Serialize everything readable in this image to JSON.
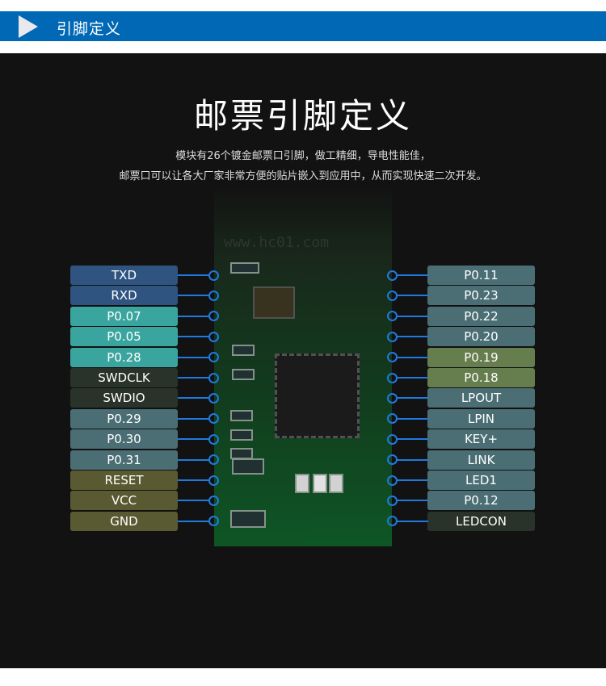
{
  "header": {
    "title": "引脚定义",
    "icon": "play-triangle-icon"
  },
  "main": {
    "title": "邮票引脚定义",
    "description": [
      "模块有26个镀金邮票口引脚，做工精细，导电性能佳，",
      "邮票口可以让各大厂家非常方便的贴片嵌入到应用中，从而实现快速二次开发。"
    ],
    "pcb_silkscreen": "www.hc01.com"
  },
  "pins": {
    "left": [
      {
        "label": "TXD",
        "color": "#2f5480"
      },
      {
        "label": "RXD",
        "color": "#2f5480"
      },
      {
        "label": "P0.07",
        "color": "#3aa59e"
      },
      {
        "label": "P0.05",
        "color": "#3aa59e"
      },
      {
        "label": "P0.28",
        "color": "#3aa59e"
      },
      {
        "label": "SWDCLK",
        "color": "#29332a"
      },
      {
        "label": "SWDIO",
        "color": "#29332a"
      },
      {
        "label": "P0.29",
        "color": "#4b6e74"
      },
      {
        "label": "P0.30",
        "color": "#4b6e74"
      },
      {
        "label": "P0.31",
        "color": "#4b6e74"
      },
      {
        "label": "RESET",
        "color": "#5a5a32"
      },
      {
        "label": "VCC",
        "color": "#5a5a32"
      },
      {
        "label": "GND",
        "color": "#5a5a32"
      }
    ],
    "right": [
      {
        "label": "P0.11",
        "color": "#4b6e74"
      },
      {
        "label": "P0.23",
        "color": "#4b6e74"
      },
      {
        "label": "P0.22",
        "color": "#4b6e74"
      },
      {
        "label": "P0.20",
        "color": "#4b6e74"
      },
      {
        "label": "P0.19",
        "color": "#667d4d"
      },
      {
        "label": "P0.18",
        "color": "#667d4d"
      },
      {
        "label": "LPOUT",
        "color": "#4b6e74"
      },
      {
        "label": "LPIN",
        "color": "#4b6e74"
      },
      {
        "label": "KEY+",
        "color": "#4b6e74"
      },
      {
        "label": "LINK",
        "color": "#4b6e74"
      },
      {
        "label": "LED1",
        "color": "#4b6e74"
      },
      {
        "label": "P0.12",
        "color": "#4b6e74"
      },
      {
        "label": "LEDCON",
        "color": "#29332a"
      }
    ]
  }
}
